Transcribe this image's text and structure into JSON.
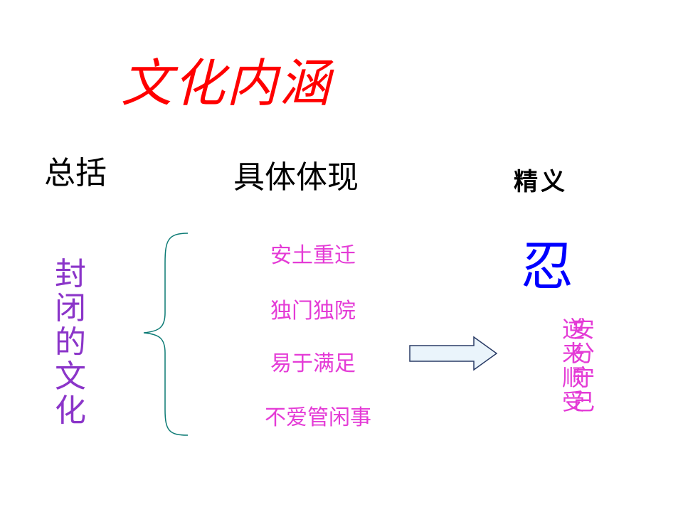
{
  "slide": {
    "title": "文化内涵",
    "headers": {
      "summary": "总括",
      "manifestation": "具体体现",
      "essence": "精义"
    },
    "summary_chars": [
      "封",
      "闭",
      "的",
      "文",
      "化"
    ],
    "items": [
      "安土重迁",
      "独门独院",
      "易于满足",
      "不爱管闲事"
    ],
    "essence_main": "忍",
    "essence_sub_a": [
      "逆",
      "来",
      "顺",
      "受"
    ],
    "essence_sub_b": [
      "安",
      "分",
      "守",
      "己"
    ]
  }
}
